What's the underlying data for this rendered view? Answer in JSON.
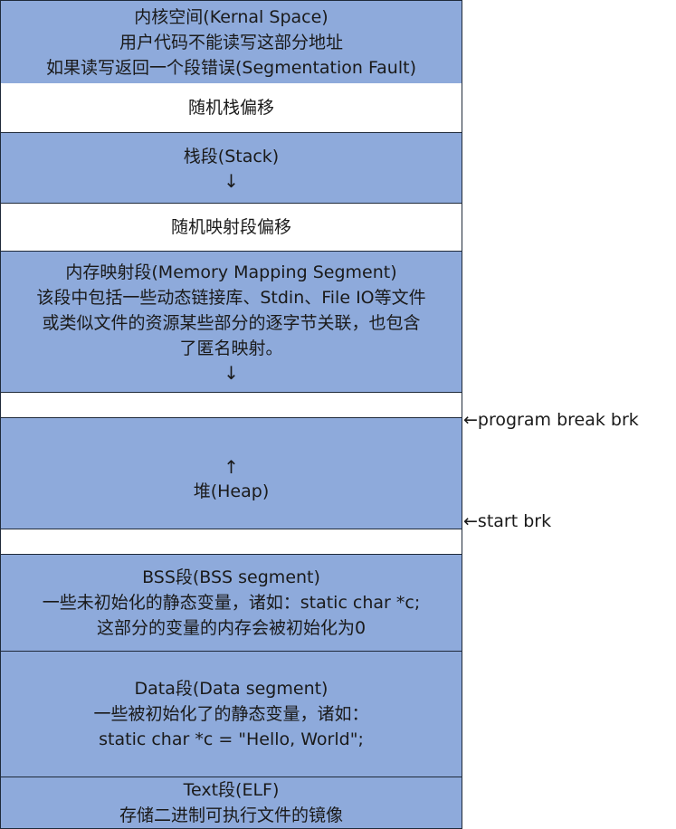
{
  "segments": {
    "kernel": {
      "lines": [
        "内核空间(Kernal Space)",
        "用户代码不能读写这部分地址",
        "如果读写返回一个段错误(Segmentation Fault)"
      ]
    },
    "stack_offset": {
      "label": "随机栈偏移"
    },
    "stack": {
      "label": "栈段(Stack)",
      "arrow": "↓"
    },
    "mmap_offset": {
      "label": "随机映射段偏移"
    },
    "mmap": {
      "lines": [
        "内存映射段(Memory Mapping Segment)",
        "该段中包括一些动态链接库、Stdin、File IO等文件",
        "或类似文件的资源某些部分的逐字节关联，也包含",
        "了匿名映射。"
      ],
      "arrow": "↓"
    },
    "gap1": {
      "label": ""
    },
    "heap": {
      "arrow": "↑",
      "label": "堆(Heap)"
    },
    "gap2": {
      "label": ""
    },
    "bss": {
      "lines": [
        "BSS段(BSS segment)",
        "一些未初始化的静态变量，诸如：static char *c;",
        "这部分的变量的内存会被初始化为0"
      ]
    },
    "data": {
      "lines": [
        "Data段(Data segment)",
        "一些被初始化了的静态变量，诸如：",
        "static char *c = \"Hello, World\";"
      ]
    },
    "text": {
      "lines": [
        "Text段(ELF)",
        "存储二进制可执行文件的镜像"
      ]
    }
  },
  "annotations": {
    "program_break": {
      "arrow": "←",
      "label": "program break brk"
    },
    "start_brk": {
      "arrow": "←",
      "label": "start brk"
    }
  },
  "colors": {
    "segment_fill": "#8eaadb",
    "gap_fill": "#ffffff",
    "border": "#1f2a3a"
  }
}
